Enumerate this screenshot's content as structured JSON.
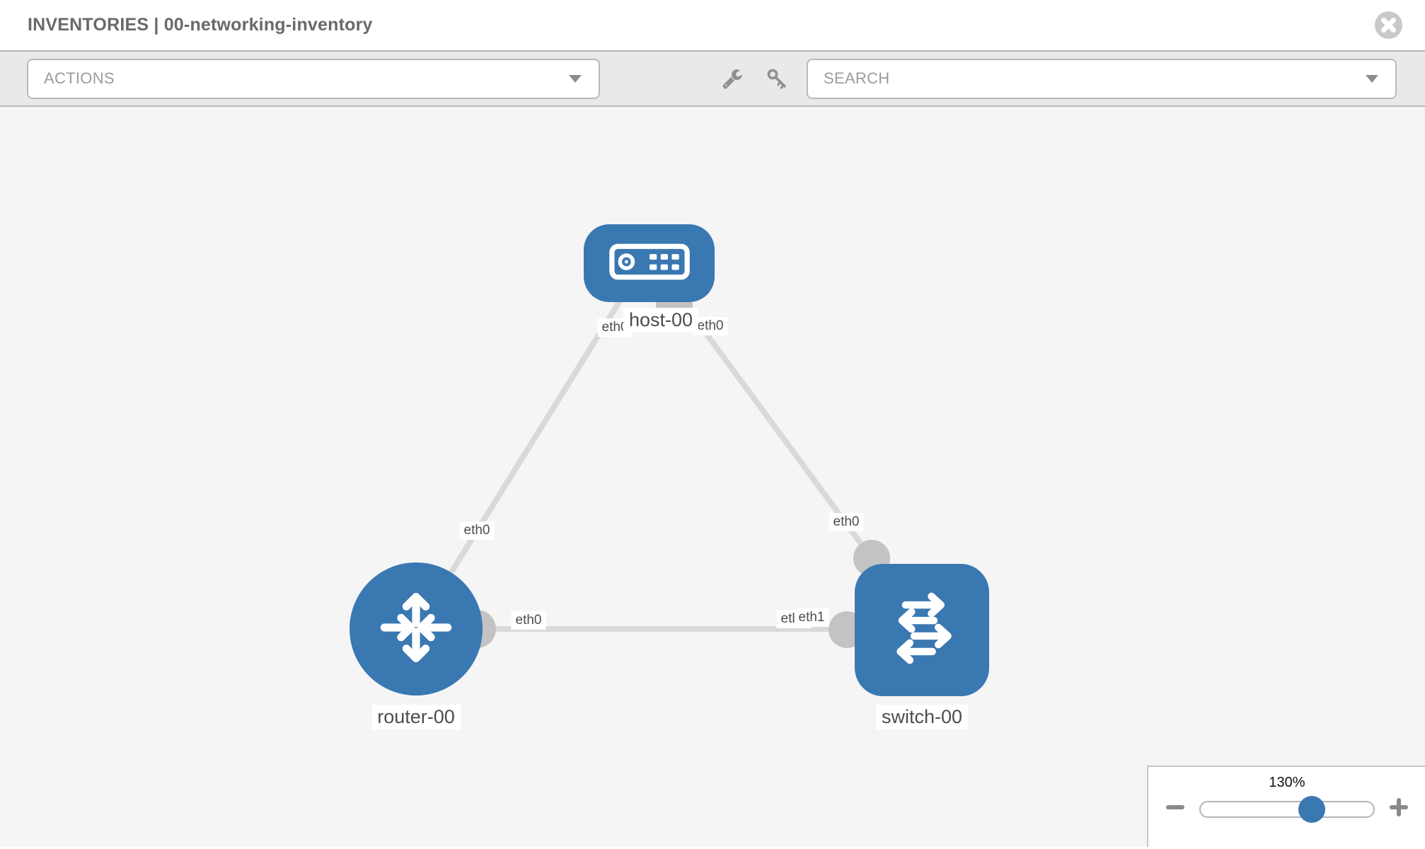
{
  "header": {
    "title": "INVENTORIES | 00-networking-inventory"
  },
  "toolbar": {
    "actions_label": "ACTIONS",
    "search_label": "SEARCH",
    "icons": [
      "wrench-icon",
      "key-icon"
    ]
  },
  "canvas": {
    "nodes": [
      {
        "id": "host-00",
        "type": "host",
        "label": "host-00"
      },
      {
        "id": "router-00",
        "type": "router",
        "label": "router-00"
      },
      {
        "id": "switch-00",
        "type": "switch",
        "label": "switch-00"
      }
    ],
    "links": [
      {
        "from": "host-00",
        "to": "router-00",
        "from_label": "eth0",
        "to_label": "eth0"
      },
      {
        "from": "host-00",
        "to": "switch-00",
        "from_label": "eth0",
        "to_label": "eth0"
      },
      {
        "from": "router-00",
        "to": "switch-00",
        "from_label": "eth0",
        "to_label": "eth1",
        "to_label_behind": "eth0"
      }
    ]
  },
  "zoom_control": {
    "level": "130%",
    "minus_icon": "minus-icon",
    "plus_icon": "plus-icon"
  },
  "colors": {
    "node_blue": "#3a78b2",
    "link_gray": "#d9d9d9",
    "connector_gray": "#c3c3c3",
    "toolbar_gray": "#e9e9e9"
  }
}
